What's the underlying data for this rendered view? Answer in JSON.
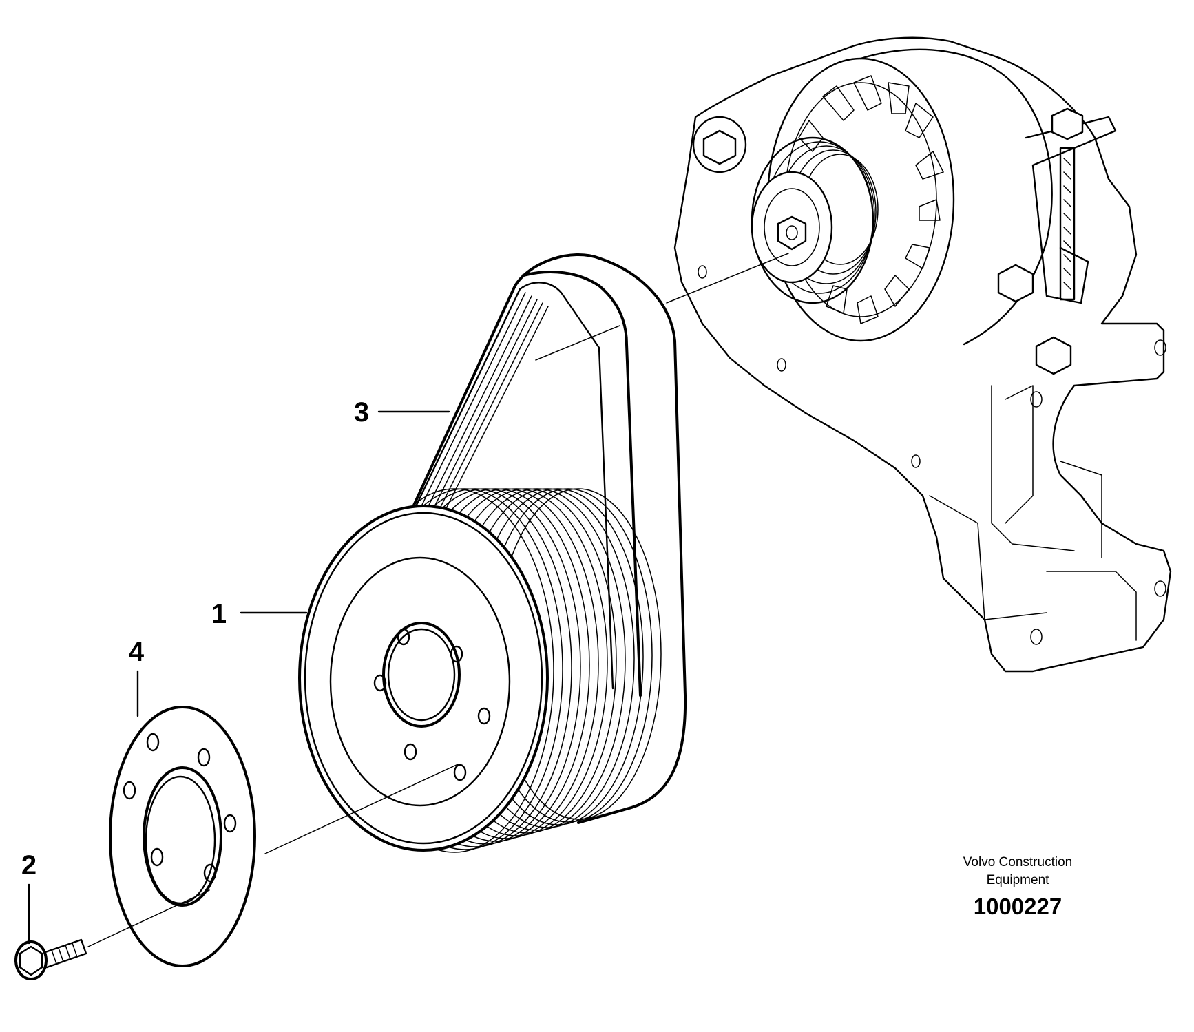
{
  "callouts": [
    {
      "id": "1",
      "label": "1"
    },
    {
      "id": "2",
      "label": "2"
    },
    {
      "id": "3",
      "label": "3"
    },
    {
      "id": "4",
      "label": "4"
    }
  ],
  "company": {
    "line1": "Volvo Construction",
    "line2": "Equipment"
  },
  "document_number": "1000227",
  "colors": {
    "ink": "#000000",
    "paper": "#ffffff"
  }
}
